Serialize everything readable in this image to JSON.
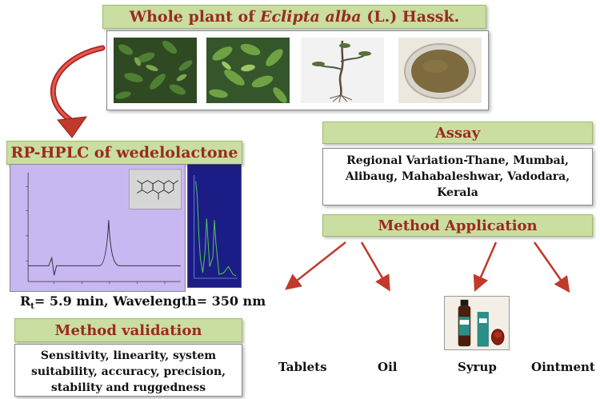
{
  "plant": {
    "title_prefix": "Whole plant of ",
    "title_italic": "Eclipta alba",
    "title_suffix": " (L.) Hassk."
  },
  "hplc": {
    "title": "RP-HPLC of wedelolactone",
    "rt_label": "= 5.9 min, Wavelength= 350 nm",
    "rt_symbol": "R",
    "rt_subscript": "t"
  },
  "validation": {
    "title": "Method validation",
    "lines": [
      "Sensitivity, linearity, system",
      "suitability, accuracy, precision,",
      "stability and ruggedness"
    ]
  },
  "assay": {
    "title": "Assay",
    "lines": [
      "Regional Variation-Thane, Mumbai,",
      "Alibaug, Mahabaleshwar, Vadodara,",
      "Kerala"
    ]
  },
  "method_application": {
    "title": "Method Application",
    "items": [
      "Tablets",
      "Oil",
      "Syrup",
      "Ointment"
    ]
  },
  "colors": {
    "title_bg": "#c9dea0",
    "title_text": "#9b2a1f",
    "arrow": "#c0392b"
  },
  "icons": {
    "curved_arrow": "curved-arrow-icon",
    "down_arrow": "arrow-icon"
  }
}
